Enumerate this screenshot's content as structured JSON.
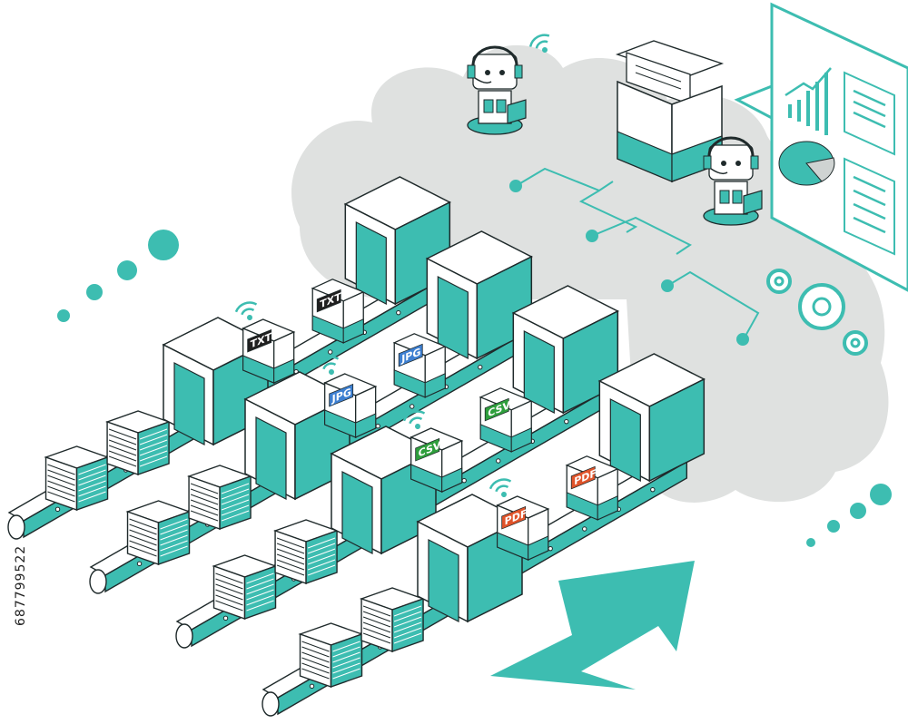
{
  "colors": {
    "teal": "#3dbdb1",
    "teal_dark": "#2a9d92",
    "teal_light": "#7fd6cd",
    "outline": "#1f2a2b",
    "cloud": "#dfe1e0",
    "txt_tag": "#1f1f1f",
    "jpg_tag": "#3d7fd1",
    "csv_tag": "#2e9e3c",
    "pdf_tag": "#e0542b"
  },
  "file_labels": {
    "txt": "TXT",
    "jpg": "JPG",
    "csv": "CSV",
    "pdf": "PDF"
  },
  "watermark": {
    "stock_id": "687799522"
  }
}
